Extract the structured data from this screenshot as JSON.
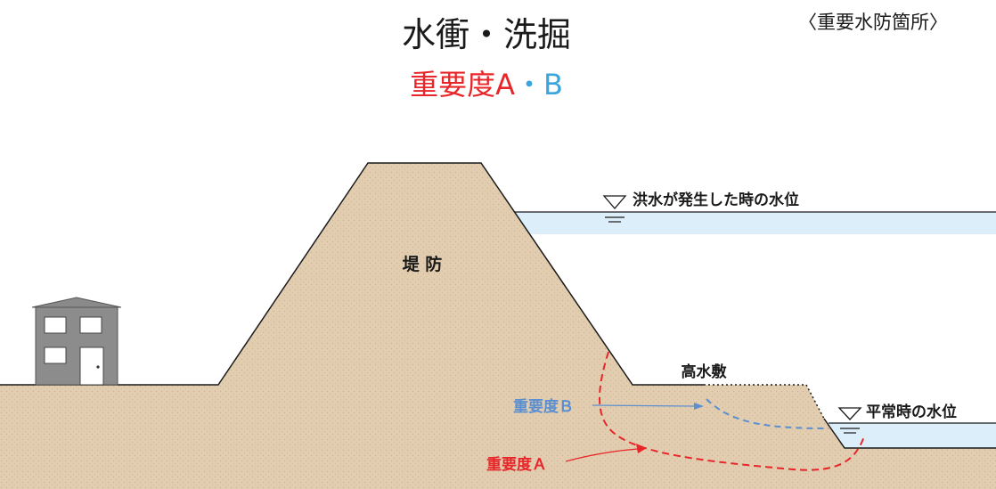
{
  "header": {
    "title": "水衝・洗掘",
    "category": "〈重要水防箇所〉",
    "subtitle_prefix": "重要度",
    "subtitle_a": "A",
    "subtitle_sep": "・",
    "subtitle_b": "B"
  },
  "labels": {
    "levee": "堤 防",
    "flood_water_level": "洪水が発生した時の水位",
    "high_water_bed": "高水敷",
    "normal_water_level": "平常時の水位",
    "importance_b": "重要度Ｂ",
    "importance_a": "重要度Ａ"
  },
  "colors": {
    "soil": "#e2cdb0",
    "water": "#dceef9",
    "importance_a": "#e8262a",
    "importance_b": "#5b8fd0",
    "outline": "#1a1a1a",
    "house": "#8a8a8a"
  }
}
